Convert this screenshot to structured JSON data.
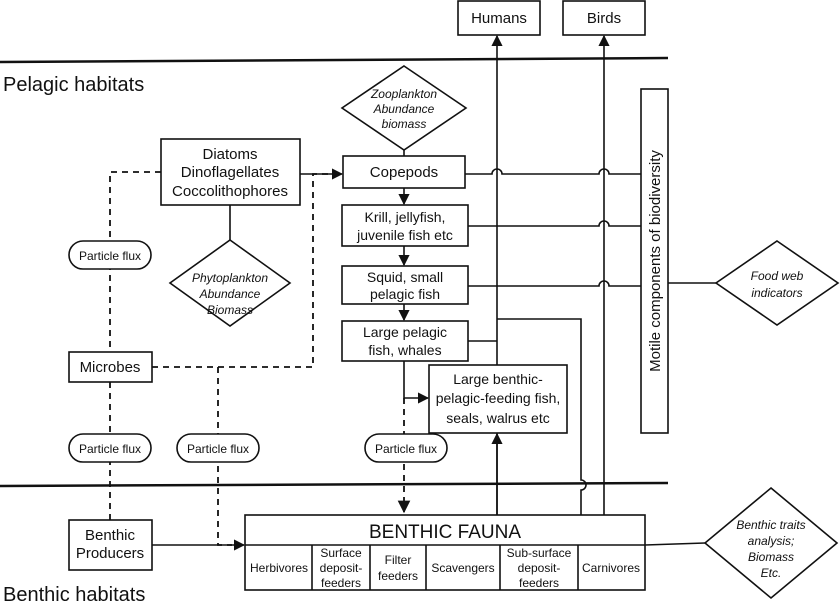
{
  "habitats": {
    "pelagic": "Pelagic habitats",
    "benthic": "Benthic habitats"
  },
  "top_nodes": {
    "humans": "Humans",
    "birds": "Birds"
  },
  "phyto": {
    "line1": "Diatoms",
    "line2": "Dinoflagellates",
    "line3": "Coccolithophores"
  },
  "food_chain": {
    "copepods": "Copepods",
    "krill_line1": "Krill, jellyfish,",
    "krill_line2": "juvenile fish etc",
    "squid_line1": "Squid, small",
    "squid_line2": "pelagic fish",
    "large_line1": "Large pelagic",
    "large_line2": "fish, whales",
    "benthic_pelagic_line1": "Large benthic-",
    "benthic_pelagic_line2": "pelagic-feeding fish,",
    "benthic_pelagic_line3": "seals, walrus etc"
  },
  "indicators": {
    "zoo_line1": "Zooplankton",
    "zoo_line2": "Abundance",
    "zoo_line3": "biomass",
    "phyto_line1": "Phytoplankton",
    "phyto_line2": "Abundance",
    "phyto_line3": "Biomass",
    "foodweb_line1": "Food web",
    "foodweb_line2": "indicators",
    "traits_line1": "Benthic traits",
    "traits_line2": "analysis;",
    "traits_line3": "Biomass",
    "traits_line4": "Etc."
  },
  "microbes": "Microbes",
  "particle_flux": "Particle flux",
  "benthic_producers": {
    "line1": "Benthic",
    "line2": "Producers"
  },
  "motile": "Motile components of biodiversity",
  "benthic_fauna": {
    "title": "BENTHIC FAUNA",
    "herbivores": "Herbivores",
    "surface_line1": "Surface",
    "surface_line2": "deposit-",
    "surface_line3": "feeders",
    "filter_line1": "Filter",
    "filter_line2": "feeders",
    "scavengers": "Scavengers",
    "subsurface_line1": "Sub-surface",
    "subsurface_line2": "deposit-",
    "subsurface_line3": "feeders",
    "carnivores": "Carnivores"
  }
}
